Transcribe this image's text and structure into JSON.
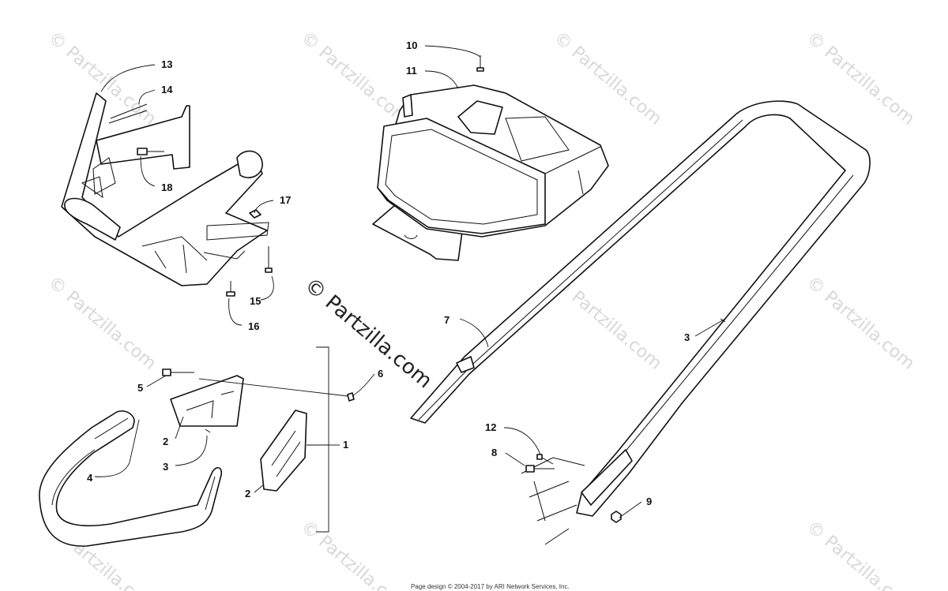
{
  "callouts": {
    "c1": "1",
    "c2a": "2",
    "c2b": "2",
    "c3a": "3",
    "c3b": "3",
    "c4": "4",
    "c5": "5",
    "c6": "6",
    "c7": "7",
    "c8": "8",
    "c9": "9",
    "c10": "10",
    "c11": "11",
    "c12": "12",
    "c13": "13",
    "c14": "14",
    "c15": "15",
    "c16": "16",
    "c17": "17",
    "c18": "18"
  },
  "watermark": {
    "main": "© Partzilla.com",
    "tile": "© Partzilla.com"
  },
  "footer": "Page design © 2004-2017 by ARI Network Services, Inc."
}
